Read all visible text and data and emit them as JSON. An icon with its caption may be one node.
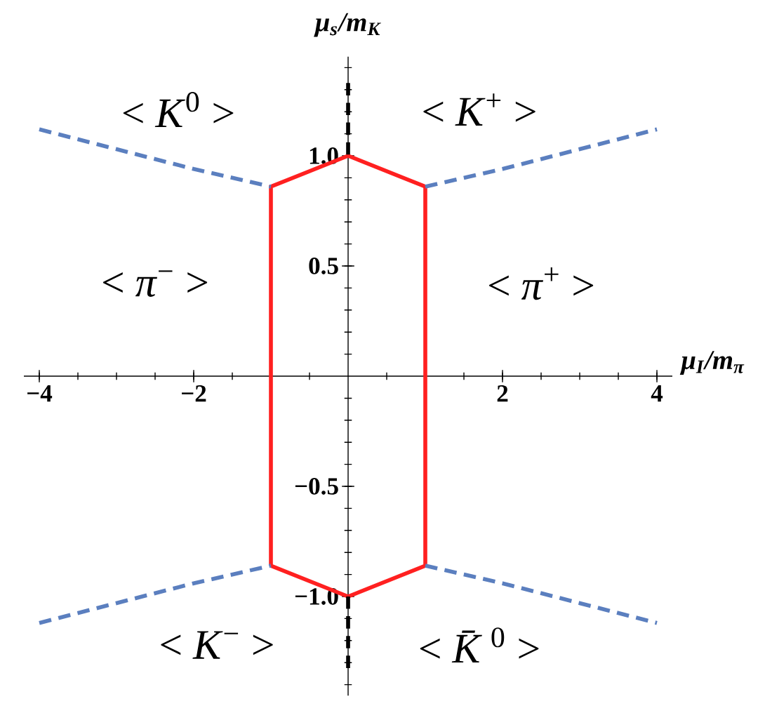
{
  "diagram": {
    "chart_data": {
      "type": "line",
      "xlabel": "μ$_{I}$/m$_{π}$",
      "ylabel": "μ$_{s}$/m$_{K}$",
      "x": [
        -4,
        -3,
        -2,
        -1,
        -1,
        0,
        0,
        1,
        1,
        2,
        3,
        4
      ],
      "xlim": [
        -4.2,
        4.2
      ],
      "ylim": [
        -1.45,
        1.45
      ],
      "xticks": [
        {
          "value": -4,
          "label": "−4"
        },
        {
          "value": -2,
          "label": "−2"
        },
        {
          "value": 2,
          "label": "2"
        },
        {
          "value": 4,
          "label": "4"
        }
      ],
      "yticks": [
        {
          "value": -1,
          "label": "−1.0"
        },
        {
          "value": -0.5,
          "label": "−0.5"
        },
        {
          "value": 0.5,
          "label": "0.5"
        },
        {
          "value": 1,
          "label": "1.0"
        }
      ],
      "series": [
        {
          "color": "#ff2020",
          "values": [
            null,
            null,
            null,
            -0.86,
            0.86,
            1.0,
            1.0,
            0.86,
            null,
            null,
            null,
            null
          ]
        },
        {
          "color": "#ff2020",
          "values": [
            null,
            null,
            null,
            null,
            -0.86,
            -1.0,
            -1.0,
            -0.86,
            0.86,
            null,
            null,
            null
          ]
        },
        {
          "color": "#5b7fbf",
          "line_style": "dashed",
          "values": [
            1.12,
            1.03,
            0.94,
            0.86,
            null,
            null,
            null,
            null,
            null,
            null,
            null,
            null
          ]
        },
        {
          "color": "#5b7fbf",
          "line_style": "dashed",
          "values": [
            null,
            null,
            null,
            null,
            null,
            null,
            null,
            null,
            0.86,
            0.94,
            1.03,
            1.12
          ]
        },
        {
          "color": "#5b7fbf",
          "line_style": "dashed",
          "values": [
            -1.12,
            -1.03,
            -0.94,
            -0.86,
            null,
            null,
            null,
            null,
            null,
            null,
            null,
            null
          ]
        },
        {
          "color": "#5b7fbf",
          "line_style": "dashed",
          "values": [
            null,
            null,
            null,
            null,
            null,
            null,
            null,
            null,
            -0.86,
            -0.94,
            -1.03,
            -1.12
          ]
        },
        {
          "color": "#000000",
          "line_style": "dashed",
          "values": [
            null,
            null,
            null,
            null,
            null,
            1.33,
            1.0,
            null,
            null,
            null,
            null,
            null
          ]
        },
        {
          "color": "#000000",
          "line_style": "dashed",
          "values": [
            null,
            null,
            null,
            null,
            null,
            -1.0,
            -1.33,
            null,
            null,
            null,
            null,
            null
          ]
        }
      ],
      "annotations": [
        "< *K*$^{0}$ >",
        "< *K*$^{+}$ >",
        "< *π*$^{−}$ >",
        "< *π*$^{+}$ >",
        "< *K*$^{−}$ >",
        "< *K̄*$^{0}$ >"
      ]
    }
  }
}
